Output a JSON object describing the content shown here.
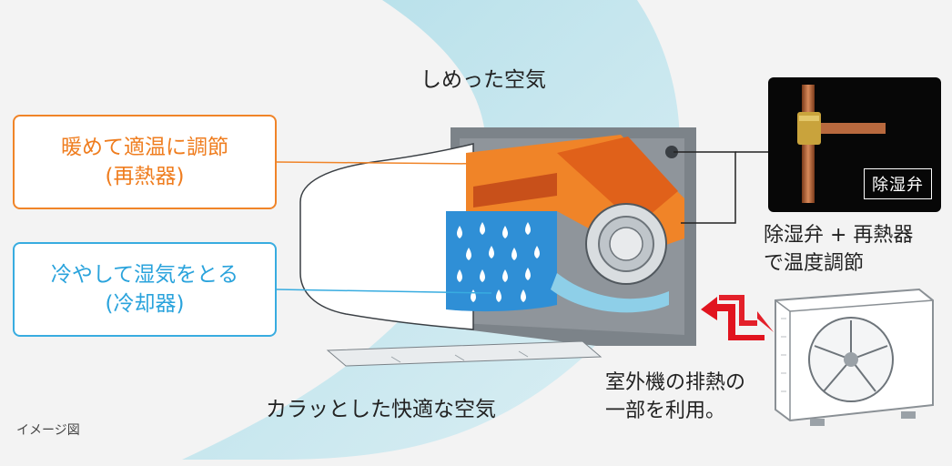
{
  "labels": {
    "reheater_line1": "暖めて適温に調節",
    "reheater_line2": "(再熱器)",
    "cooler_line1": "冷やして湿気をとる",
    "cooler_line2": "(冷却器)",
    "humid_air": "しめった空気",
    "dry_air": "カラッとした快適な空気",
    "valve_photo_label": "除湿弁",
    "valve_caption_line1": "除湿弁 + 再熱器",
    "valve_caption_line2": "で温度調節",
    "exhaust_line1": "室外機の排熱の",
    "exhaust_line2": "一部を利用。",
    "image_note": "イメージ図"
  },
  "colors": {
    "reheater": "#f08428",
    "cooler": "#38ace0",
    "arrow": "#e1141f",
    "airflow": "#b9e2ec",
    "unit_body": "#8f959b"
  },
  "icons": [
    "droplet-icon",
    "valve-photo",
    "outdoor-unit-icon",
    "exchange-arrow-icon"
  ]
}
